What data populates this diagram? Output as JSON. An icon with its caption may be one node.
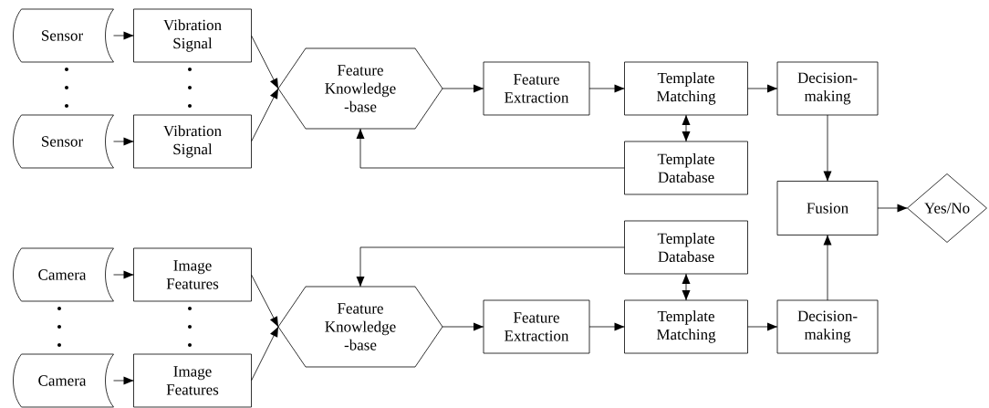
{
  "diagram": {
    "nodes": [
      {
        "text": [
          "Sensor"
        ]
      },
      {
        "text": [
          "Vibration Signal"
        ]
      },
      {
        "text": [
          "Sensor"
        ]
      },
      {
        "text": [
          "Vibration Signal"
        ]
      },
      {
        "text": [
          "Feature Knowledge -base"
        ]
      },
      {
        "text": [
          "Feature Extraction"
        ]
      },
      {
        "text": [
          "Template Matching"
        ]
      },
      {
        "text": [
          "Decision-making"
        ]
      },
      {
        "text": [
          "Template Database"
        ]
      },
      {
        "text": [
          "Fusion"
        ]
      },
      {
        "text": [
          "Yes/No"
        ]
      },
      {
        "text": [
          "Camera"
        ]
      },
      {
        "text": [
          "Image Features"
        ]
      },
      {
        "text": [
          "Camera"
        ]
      },
      {
        "text": [
          "Image Features"
        ]
      },
      {
        "text": [
          "Feature Knowledge -base"
        ]
      },
      {
        "text": [
          "Template Database"
        ]
      },
      {
        "text": [
          "Feature Extraction"
        ]
      },
      {
        "text": [
          "Template Matching"
        ]
      },
      {
        "text": [
          "Decision-making"
        ]
      }
    ],
    "edges": [
      {
        "from": 0,
        "to": 1,
        "arrow": "to"
      },
      {
        "from": 2,
        "to": 3,
        "arrow": "to"
      },
      {
        "from": 1,
        "to": 4,
        "arrow": "to"
      },
      {
        "from": 3,
        "to": 4,
        "arrow": "to"
      },
      {
        "from": 4,
        "to": 5,
        "arrow": "to"
      },
      {
        "from": 5,
        "to": 6,
        "arrow": "to"
      },
      {
        "from": 6,
        "to": 7,
        "arrow": "to"
      },
      {
        "from": 6,
        "to": 8,
        "arrow": "both"
      },
      {
        "from": 8,
        "to": 4,
        "arrow": "to"
      },
      {
        "from": 7,
        "to": 9,
        "arrow": "to"
      },
      {
        "from": 9,
        "to": 10,
        "arrow": "to"
      },
      {
        "from": 11,
        "to": 12,
        "arrow": "to"
      },
      {
        "from": 13,
        "to": 14,
        "arrow": "to"
      },
      {
        "from": 12,
        "to": 15,
        "arrow": "to"
      },
      {
        "from": 14,
        "to": 15,
        "arrow": "to"
      },
      {
        "from": 15,
        "to": 17,
        "arrow": "to"
      },
      {
        "from": 17,
        "to": 18,
        "arrow": "to"
      },
      {
        "from": 18,
        "to": 19,
        "arrow": "to"
      },
      {
        "from": 16,
        "to": 18,
        "arrow": "both"
      },
      {
        "from": 16,
        "to": 15,
        "arrow": "to"
      },
      {
        "from": 19,
        "to": 9,
        "arrow": "to"
      }
    ]
  }
}
